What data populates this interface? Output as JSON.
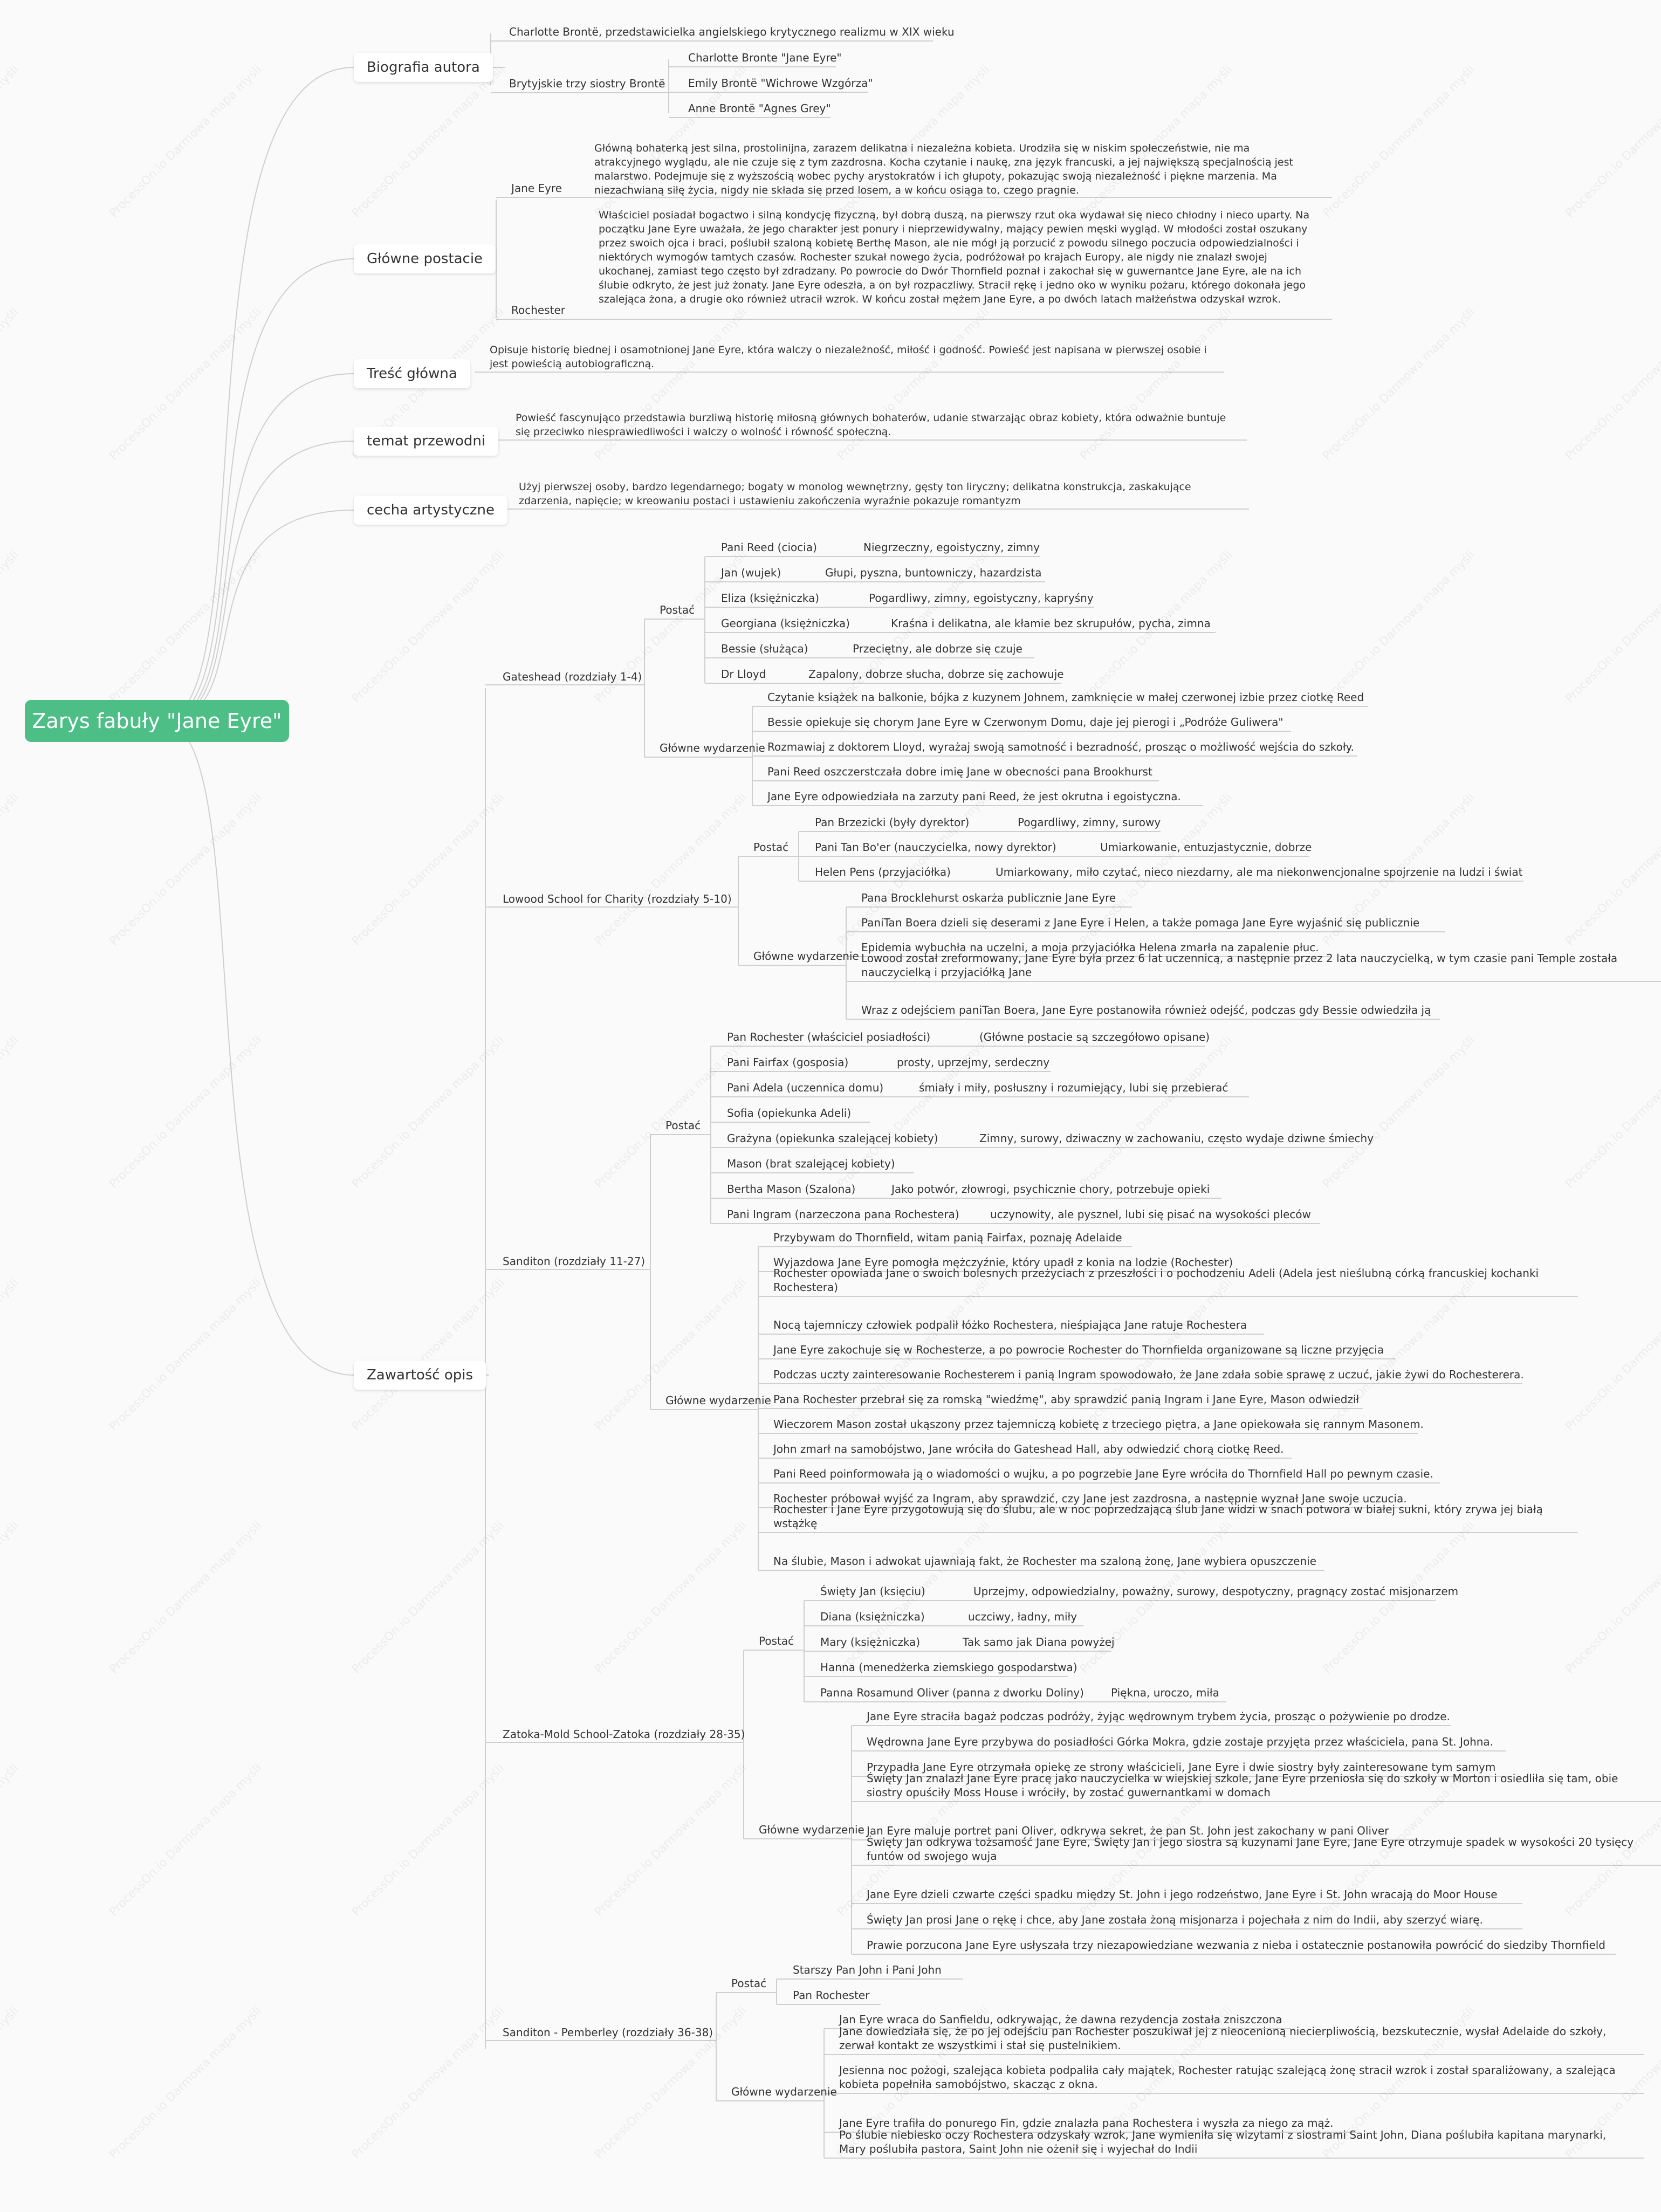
{
  "root": "Zarys fabuły \"Jane Eyre\"",
  "watermark": "ProcessOn.io Darmowa mapa myśli",
  "branches": {
    "bio": {
      "label": "Biografia autora",
      "c1": "Charlotte Brontë, przedstawicielka angielskiego krytycznego realizmu w XIX wieku",
      "c2": "Brytyjskie trzy siostry Brontë",
      "c2a": "Charlotte Bronte \"Jane Eyre\"",
      "c2b": "Emily Brontë \"Wichrowe Wzgórza\"",
      "c2c": "Anne Brontë \"Agnes Grey\""
    },
    "chars": {
      "label": "Główne postacie",
      "jane": "Jane Eyre",
      "jane_desc": "Główną bohaterką jest silna, prostolinijna, zarazem delikatna i niezależna kobieta. Urodziła się w niskim społeczeństwie, nie ma atrakcyjnego wyglądu, ale nie czuje się z tym zazdrosna. Kocha czytanie i naukę, zna język francuski, a jej największą specjalnością jest malarstwo. Podejmuje się z wyższością wobec pychy arystokratów i ich głupoty, pokazując swoją niezależność i piękne marzenia. Ma niezachwianą siłę życia, nigdy nie składa się przed losem, a w końcu osiąga to, czego pragnie.",
      "roch": "Rochester",
      "roch_desc": "Właściciel posiadał bogactwo i silną kondycję fizyczną, był dobrą duszą, na pierwszy rzut oka wydawał się nieco chłodny i nieco uparty. Na początku Jane Eyre uważała, że jego charakter jest ponury i nieprzewidywalny, mający pewien męski wygląd. W młodości został oszukany przez swoich ojca i braci, poślubił szaloną kobietę Berthę Mason, ale nie mógł ją porzucić z powodu silnego poczucia odpowiedzialności i niektórych wymogów tamtych czasów. Rochester szukał nowego życia, podróżował po krajach Europy, ale nigdy nie znalazł swojej ukochanej, zamiast tego często był zdradzany. Po powrocie do Dwór Thornfield poznał i zakochał się w guwernantce Jane Eyre, ale na ich ślubie odkryto, że jest już żonaty. Jane Eyre odeszła, a on był rozpaczliwy. Stracił rękę i jedno oko w wyniku pożaru, którego dokonała jego szalejąca żona, a drugie oko również utracił wzrok. W końcu został mężem Jane Eyre, a po dwóch latach małżeństwa odzyskał wzrok."
    },
    "tresc": {
      "label": "Treść główna",
      "desc": "Opisuje historię biednej i osamotnionej Jane Eyre, która walczy o niezależność, miłość i godność. Powieść jest napisana w pierwszej osobie i jest powieścią autobiograficzną."
    },
    "temat": {
      "label": "temat przewodni",
      "desc": "Powieść fascynująco przedstawia burzliwą historię miłosną głównych bohaterów, udanie stwarzając obraz kobiety, która odważnie buntuje się przeciwko niesprawiedliwości i walczy o wolność i równość społeczną."
    },
    "cecha": {
      "label": "cecha artystyczne",
      "desc": "Użyj pierwszej osoby, bardzo legendarnego; bogaty w monolog wewnętrzny, gęsty ton liryczny; delikatna konstrukcja, zaskakujące zdarzenia, napięcie; w kreowaniu postaci i ustawieniu zakończenia wyraźnie pokazuje romantyzm"
    },
    "zaw": {
      "label": "Zawartość opis",
      "postac": "Postać",
      "wydarz": "Główne wydarzenie",
      "gates": {
        "label": "Gateshead (rozdziały 1-4)",
        "p": [
          [
            "Pani Reed (ciocia)",
            "Niegrzeczny, egoistyczny, zimny"
          ],
          [
            "Jan (wujek)",
            "Głupi, pyszna, buntowniczy, hazardzista"
          ],
          [
            "Eliza (księżniczka)",
            "Pogardliwy, zimny, egoistyczny, kapryśny"
          ],
          [
            "Georgiana (księżniczka)",
            "Kraśna i delikatna, ale kłamie bez skrupułów, pycha, zimna"
          ],
          [
            "Bessie (służąca)",
            "Przeciętny, ale dobrze się czuje"
          ],
          [
            "Dr Lloyd",
            "Zapalony, dobrze słucha, dobrze się zachowuje"
          ]
        ],
        "w": [
          "Czytanie książek na balkonie, bójka z kuzynem Johnem, zamknięcie w małej czerwonej izbie przez ciotkę Reed",
          "Bessie opiekuje się chorym Jane Eyre w Czerwonym Domu, daje jej pierogi i „Podróże Guliwera\"",
          "Rozmawiaj z doktorem Lloyd, wyrażaj swoją samotność i bezradność, prosząc o możliwość wejścia do szkoły.",
          "Pani Reed oszczerstczała dobre imię Jane w obecności pana Brookhurst",
          "Jane Eyre odpowiedziała na zarzuty pani Reed, że jest okrutna i egoistyczna."
        ]
      },
      "lowood": {
        "label": "Lowood School for Charity (rozdziały 5-10)",
        "p": [
          [
            "Pan Brzezicki (były dyrektor)",
            "Pogardliwy, zimny, surowy"
          ],
          [
            "Pani Tan Bo'er (nauczycielka, nowy dyrektor)",
            "Umiarkowanie, entuzjastycznie, dobrze"
          ],
          [
            "Helen Pens (przyjaciółka)",
            "Umiarkowany, miło czytać, nieco niezdarny, ale ma niekonwencjonalne spojrzenie na ludzi i świat"
          ]
        ],
        "w": [
          "Pana Brocklehurst oskarża publicznie Jane Eyre",
          "PaniTan Boera dzieli się deserami z Jane Eyre i Helen, a także pomaga Jane Eyre wyjaśnić się publicznie",
          "Epidemia wybuchła na uczelni, a moja przyjaciółka Helena zmarła na zapalenie płuc.",
          "Lowood został zreformowany, Jane Eyre była przez 6 lat uczennicą, a następnie przez 2 lata nauczycielką, w tym czasie pani Temple została nauczycielką i przyjaciółką Jane",
          "Wraz z odejściem paniTan Boera, Jane Eyre postanowiła również odejść, podczas gdy Bessie odwiedziła ją"
        ]
      },
      "sanditon": {
        "label": "Sanditon (rozdziały 11-27)",
        "p": [
          [
            "Pan Rochester (właściciel posiadłości)",
            "(Główne postacie są szczegółowo opisane)"
          ],
          [
            "Pani Fairfax (gosposia)",
            "prosty, uprzejmy, serdeczny"
          ],
          [
            "Pani Adela (uczennica domu)",
            "śmiały i miły, posłuszny i rozumiejący, lubi się przebierać"
          ],
          [
            "Sofia (opiekunka Adeli)",
            ""
          ],
          [
            "Grażyna (opiekunka szalejącej kobiety)",
            "Zimny, surowy, dziwaczny w zachowaniu, często wydaje dziwne śmiechy"
          ],
          [
            "Mason (brat szalejącej kobiety)",
            ""
          ],
          [
            "Bertha Mason (Szalona)",
            "Jako potwór, złowrogi, psychicznie chory, potrzebuje opieki"
          ],
          [
            "Pani Ingram (narzeczona pana Rochestera)",
            "uczynowity, ale pysznel, lubi się pisać na wysokości pleców"
          ]
        ],
        "w": [
          "Przybywam do Thornfield, witam panią Fairfax, poznaję Adelaide",
          "Wyjazdowa Jane Eyre pomogła mężczyźnie, który upadł z konia na lodzie (Rochester)",
          "Rochester opowiada Jane o swoich bolesnych przeżyciach z przeszłości i o pochodzeniu Adeli (Adela jest nieślubną córką francuskiej kochanki Rochestera)",
          "Nocą tajemniczy człowiek podpalił łóżko Rochestera, nieśpiająca Jane ratuje Rochestera",
          "Jane Eyre zakochuje się w Rochesterze, a po powrocie Rochester do Thornfielda organizowane są liczne przyjęcia",
          "Podczas uczty zainteresowanie Rochesterem i panią Ingram spowodowało, że Jane zdała sobie sprawę z uczuć, jakie żywi do Rochesterera.",
          "Pana Rochester przebrał się za romską \"wiedźmę\", aby sprawdzić panią Ingram i Jane Eyre, Mason odwiedził",
          "Wieczorem Mason został ukąszony przez tajemniczą kobietę z trzeciego piętra, a Jane opiekowała się rannym Masonem.",
          "John zmarł na samobójstwo, Jane wróciła do Gateshead Hall, aby odwiedzić chorą ciotkę Reed.",
          "Pani Reed poinformowała ją o wiadomości o wujku, a po pogrzebie Jane Eyre wróciła do Thornfield Hall po pewnym czasie.",
          "Rochester próbował wyjść za Ingram, aby sprawdzić, czy Jane jest zazdrosna, a następnie wyznał Jane swoje uczucia.",
          "Rochester i Jane Eyre przygotowują się do ślubu, ale w noc poprzedzającą ślub Jane widzi w snach potwora w białej sukni, który zrywa jej białą wstążkę",
          "Na ślubie, Mason i adwokat ujawniają fakt, że Rochester ma szaloną żonę, Jane wybiera opuszczenie"
        ]
      },
      "zatoka": {
        "label": "Zatoka-Mold School-Zatoka (rozdziały 28-35)",
        "p": [
          [
            "Święty Jan (księciu)",
            "Uprzejmy, odpowiedzialny, poważny, surowy, despotyczny, pragnący zostać misjonarzem"
          ],
          [
            "Diana (księżniczka)",
            "uczciwy, ładny, miły"
          ],
          [
            "Mary (księżniczka)",
            "Tak samo jak Diana powyżej"
          ],
          [
            "Hanna (menedżerka ziemskiego gospodarstwa)",
            ""
          ],
          [
            "Panna Rosamund Oliver (panna z dworku Doliny)",
            "Piękna, uroczo, miła"
          ]
        ],
        "w": [
          "Jane Eyre straciła bagaż podczas podróży, żyjąc wędrownym trybem życia, prosząc o pożywienie po drodze.",
          "Wędrowna Jane Eyre przybywa do posiadłości Górka Mokra, gdzie zostaje przyjęta przez właściciela, pana St. Johna.",
          "Przypadła Jane Eyre otrzymała opiekę ze strony właścicieli, Jane Eyre i dwie siostry były zainteresowane tym samym",
          "Święty Jan znalazł Jane Eyre pracę jako nauczycielka w wiejskiej szkole, Jane Eyre przeniosła się do szkoły w Morton i osiedliła się tam, obie siostry opuściły Moss House i wróciły, by zostać guwernantkami w domach",
          "Jan Eyre maluje portret pani Oliver, odkrywa sekret, że pan St. John jest zakochany w pani Oliver",
          "Święty Jan odkrywa tożsamość Jane Eyre, Święty Jan i jego siostra są kuzynami Jane Eyre, Jane Eyre otrzymuje spadek w wysokości 20 tysięcy funtów od swojego wuja",
          "Jane Eyre dzieli czwarte części spadku między St. John i jego rodzeństwo, Jane Eyre i St. John wracają do Moor House",
          "Święty Jan prosi Jane o rękę i chce, aby Jane została żoną misjonarza i pojechała z nim do Indii, aby szerzyć wiarę.",
          "Prawie porzucona Jane Eyre usłyszała trzy niezapowiedziane wezwania z nieba i ostatecznie postanowiła powrócić do siedziby Thornfield"
        ]
      },
      "pemb": {
        "label": "Sanditon - Pemberley (rozdziały 36-38)",
        "p": [
          [
            "Starszy Pan John i Pani John",
            ""
          ],
          [
            "Pan Rochester",
            ""
          ]
        ],
        "w": [
          "Jan Eyre wraca do Sanfieldu, odkrywając, że dawna rezydencja została zniszczona",
          "Jane dowiedziała się, że po jej odejściu pan Rochester poszukiwał jej z nieocenioną niecierpliwością, bezskutecznie, wysłał Adelaide do szkoły, zerwał kontakt ze wszystkimi i stał się pustelnikiem.",
          "Jesienna noc pożogi, szalejąca kobieta podpaliła cały majątek, Rochester ratując szalejącą żonę stracił wzrok i został sparaliżowany, a szalejąca kobieta popełniła samobójstwo, skacząc z okna.",
          "Jane Eyre trafiła do ponurego Fin, gdzie znalazła pana Rochestera i wyszła za niego za mąż.",
          "Po ślubie niebiesko oczy Rochestera odzyskały wzrok, Jane wymieniła się wizytami z siostrami Saint John, Diana poślubiła kapitana marynarki, Mary poślubiła pastora, Saint John nie ożenił się i wyjechał do Indii"
        ]
      }
    }
  }
}
